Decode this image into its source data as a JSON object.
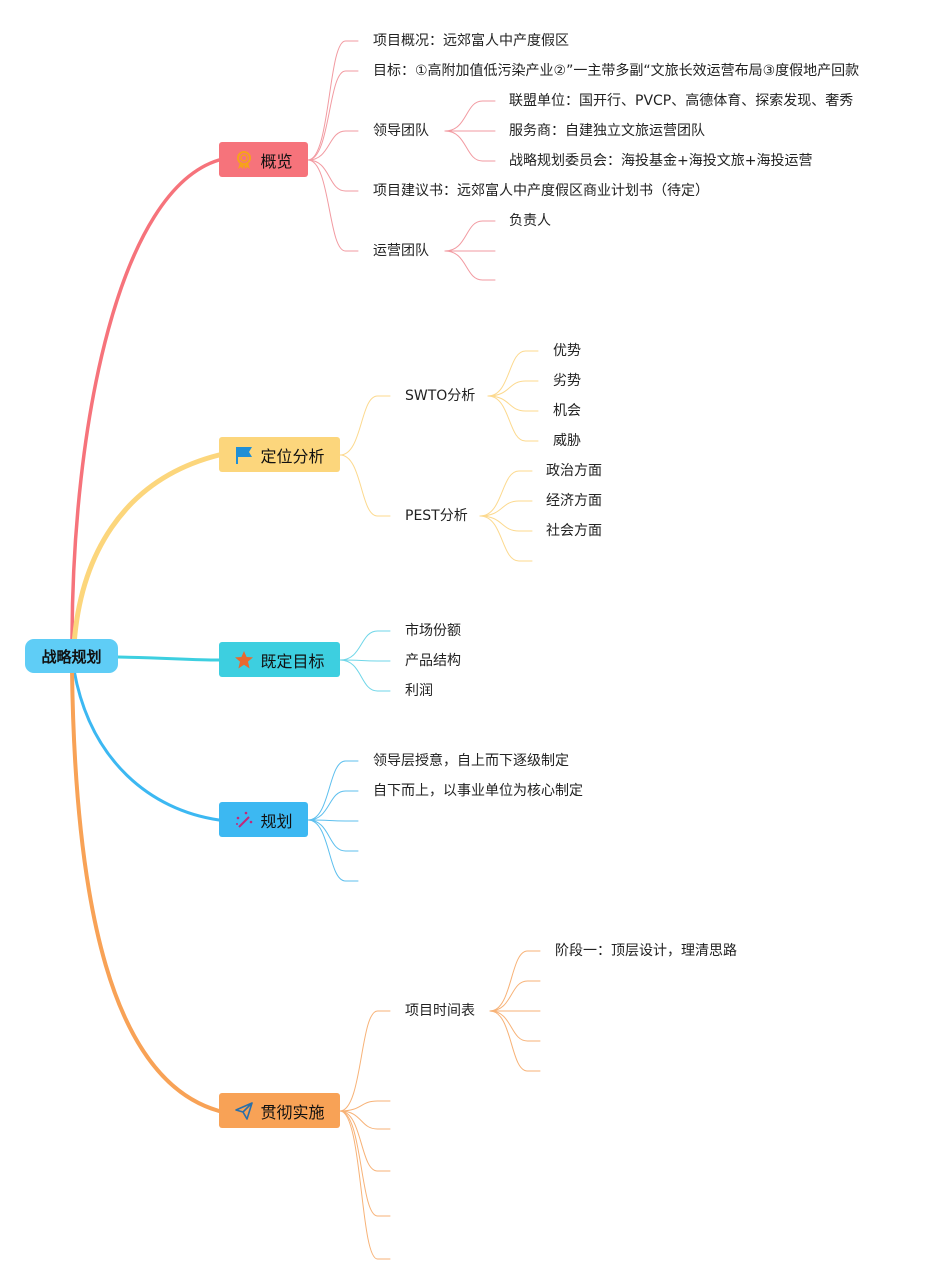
{
  "root": {
    "label": "战略规划",
    "color": "#5fcdf6"
  },
  "branches": {
    "overview": {
      "label": "概览",
      "icon": "award-ribbon-icon",
      "color": "#f6737b",
      "children": {
        "summary": "项目概况：远郊富人中产度假区",
        "goal": "目标：①高附加值低污染产业②”一主带多副“文旅长效运营布局③度假地产回款",
        "leadership": {
          "label": "领导团队",
          "items": [
            "联盟单位：国开行、PVCP、高德体育、探索发现、奢秀",
            "服务商：自建独立文旅运营团队",
            "战略规划委员会：海投基金+海投文旅+海投运营"
          ]
        },
        "proposal": "项目建议书：远郊富人中产度假区商业计划书（待定）",
        "ops_team": {
          "label": "运营团队",
          "items": [
            "负责人"
          ]
        }
      }
    },
    "positioning": {
      "label": "定位分析",
      "icon": "flag-icon",
      "color": "#fcd67c",
      "swot": {
        "label": "SWTO分析",
        "items": [
          "优势",
          "劣势",
          "机会",
          "威胁"
        ]
      },
      "pest": {
        "label": "PEST分析",
        "items": [
          "政治方面",
          "经济方面",
          "社会方面"
        ]
      }
    },
    "targets": {
      "label": "既定目标",
      "icon": "star-icon",
      "color": "#3dcfe0",
      "items": [
        "市场份额",
        "产品结构",
        "利润"
      ]
    },
    "planning": {
      "label": "规划",
      "icon": "magic-wand-icon",
      "color": "#3cb8f2",
      "items": [
        "领导层授意，自上而下逐级制定",
        "自下而上，以事业单位为核心制定"
      ]
    },
    "implementation": {
      "label": "贯彻实施",
      "icon": "paper-plane-icon",
      "color": "#f8a256",
      "timeline": {
        "label": "项目时间表",
        "items": [
          "阶段一：顶层设计，理清思路"
        ]
      }
    }
  }
}
